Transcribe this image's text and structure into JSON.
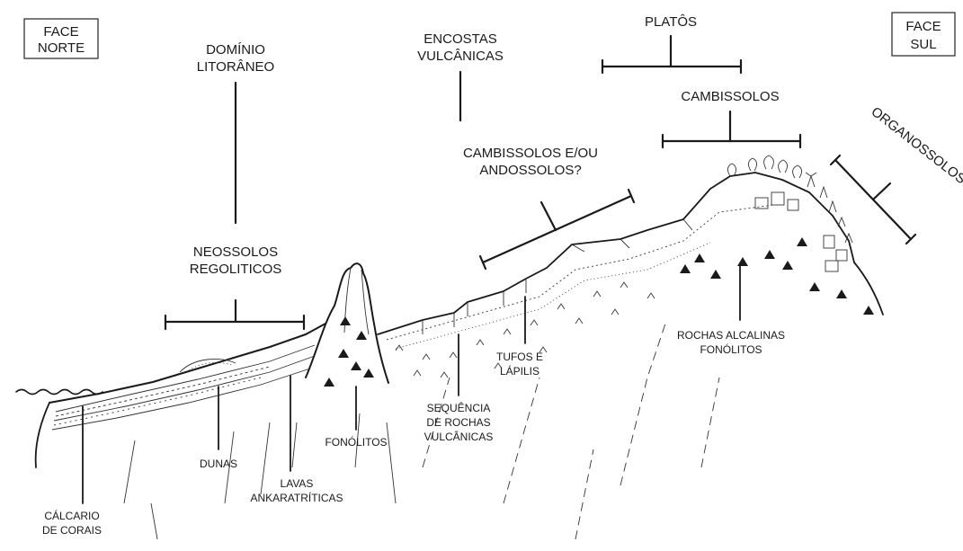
{
  "diagram": {
    "corner_labels": {
      "north": [
        "FACE",
        "NORTE"
      ],
      "south": [
        "FACE",
        "SUL"
      ]
    },
    "soil_labels": {
      "dominio": [
        "DOMÍNIO",
        "LITORÂNEO"
      ],
      "encostas": [
        "ENCOSTAS",
        "VULCÂNICAS"
      ],
      "platos": "PLATÔS",
      "cambissolos_top": "CAMBISSOLOS",
      "cambissolos_andossolos": [
        "CAMBISSOLOS E/OU",
        "ANDOSSOLOS?"
      ],
      "neossolos": [
        "NEOSSOLOS",
        "REGOLITICOS"
      ],
      "organossolos": "ORGANOSSOLOS"
    },
    "rock_labels": {
      "calcario": [
        "CÁLCARIO",
        "DE CORAIS"
      ],
      "dunas": "DUNAS",
      "lavas": [
        "LAVAS",
        "ANKARATRÍTICAS"
      ],
      "fonolitos": "FONÓLITOS",
      "sequencia": [
        "SEQUÊNCIA",
        "DE ROCHAS",
        "VULCÂNICAS"
      ],
      "tufos": [
        "TUFOS E",
        "LÁPILIS"
      ],
      "rochas_alcalinas": [
        "ROCHAS ALCALINAS",
        "FONÓLITOS"
      ]
    }
  }
}
